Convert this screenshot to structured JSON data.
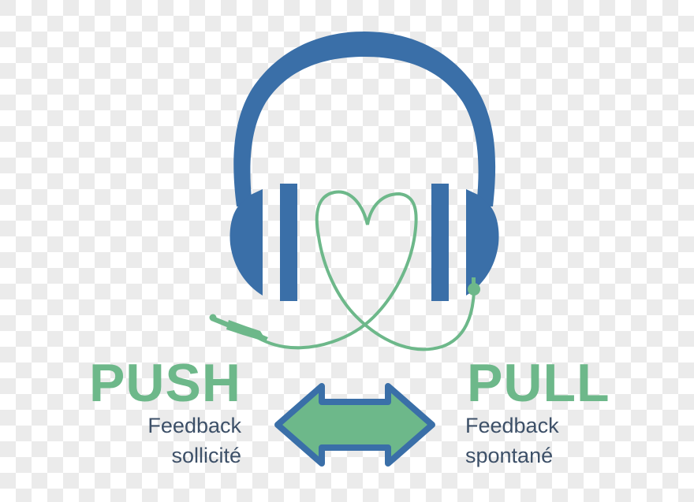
{
  "colors": {
    "blue": "#3a6fa8",
    "green": "#6db88a",
    "text_dark": "#3d5068",
    "checker_light": "#ffffff",
    "checker_dark": "#ebebeb"
  },
  "icons": {
    "headphones": "headphones-icon",
    "heart_cable": "heart-cable-icon",
    "jack_plug": "audio-jack-icon",
    "double_arrow": "double-arrow-icon"
  },
  "push": {
    "title": "PUSH",
    "subtitle_line1": "Feedback",
    "subtitle_line2": "sollicité"
  },
  "pull": {
    "title": "PULL",
    "subtitle_line1": "Feedback",
    "subtitle_line2": "spontané"
  }
}
